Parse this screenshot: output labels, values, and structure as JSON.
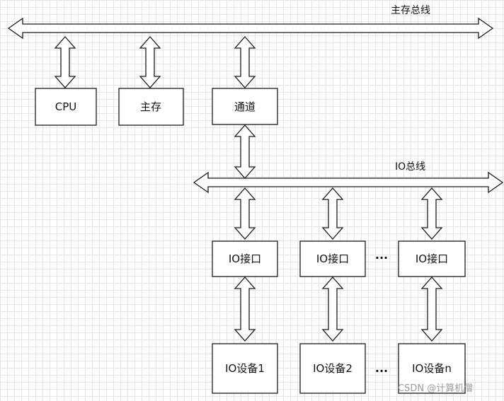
{
  "buses": {
    "main_bus_label": "主存总线",
    "io_bus_label": "IO总线"
  },
  "units": {
    "cpu": "CPU",
    "main_memory": "主存",
    "channel": "通道"
  },
  "io_interfaces": [
    "IO接口",
    "IO接口",
    "IO接口"
  ],
  "io_devices": [
    "IO设备1",
    "IO设备2",
    "IO设备n"
  ],
  "ellipsis": "...",
  "watermark": "CSDN @计算机僧"
}
